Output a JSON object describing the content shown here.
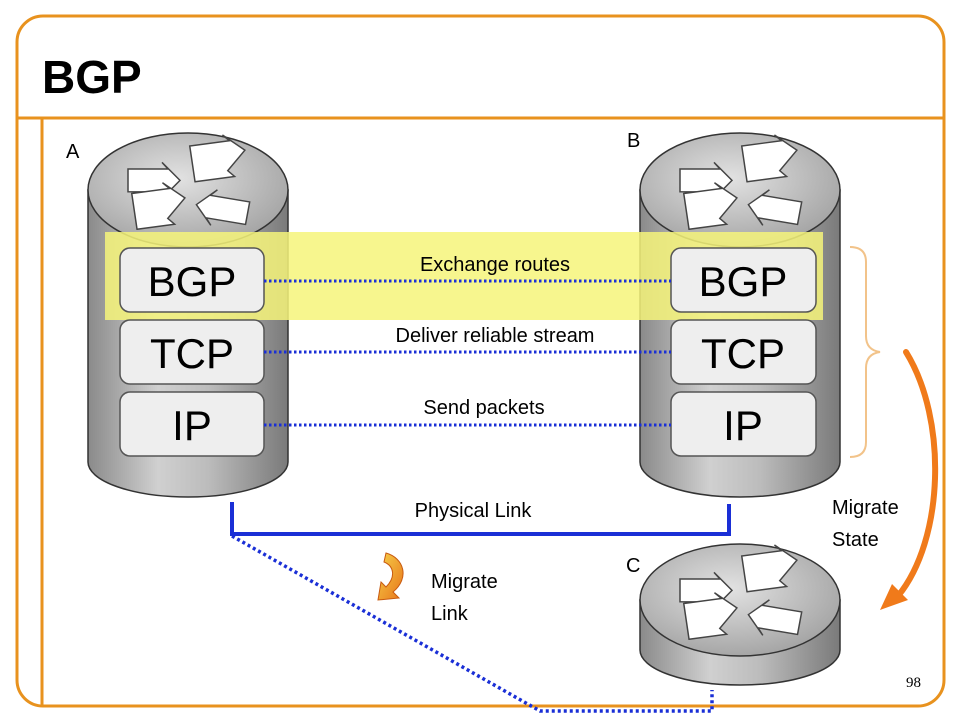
{
  "slide": {
    "title": "BGP",
    "page_number": "98",
    "colors": {
      "frame": "#e8921e",
      "link": "#1a2fd6",
      "highlight": "#f6f47a",
      "bracket": "#f2c38a",
      "arrow": "#f07a1a"
    }
  },
  "routers": {
    "a": {
      "label": "A",
      "layers": [
        "BGP",
        "TCP",
        "IP"
      ]
    },
    "b": {
      "label": "B",
      "layers": [
        "BGP",
        "TCP",
        "IP"
      ]
    },
    "c": {
      "label": "C"
    }
  },
  "connections": {
    "bgp": "Exchange routes",
    "tcp": "Deliver reliable stream",
    "ip": "Send packets",
    "physical": "Physical Link"
  },
  "annotations": {
    "migrate_link": [
      "Migrate",
      "Link"
    ],
    "migrate_state": [
      "Migrate",
      "State"
    ]
  },
  "icons": [
    "router-arrows-icon",
    "curved-arrow-icon"
  ]
}
